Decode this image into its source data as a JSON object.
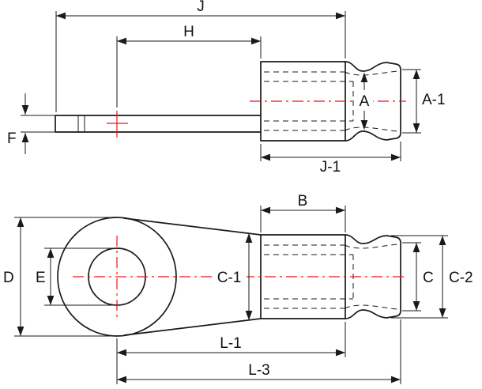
{
  "drawing": {
    "title": "Ring terminal dimensional drawing",
    "colors": {
      "line": "#1a1a1a",
      "centerline": "#f01414",
      "background": "#ffffff"
    },
    "top_view": {
      "name": "side view",
      "labels": {
        "J": "J",
        "H": "H",
        "A": "A",
        "A_1": "A-1",
        "F": "F",
        "J_1": "J-1"
      }
    },
    "bottom_view": {
      "name": "top view",
      "labels": {
        "B": "B",
        "D": "D",
        "E": "E",
        "C_1": "C-1",
        "C": "C",
        "C_2": "C-2",
        "L_1": "L-1",
        "L_3": "L-3"
      }
    }
  }
}
